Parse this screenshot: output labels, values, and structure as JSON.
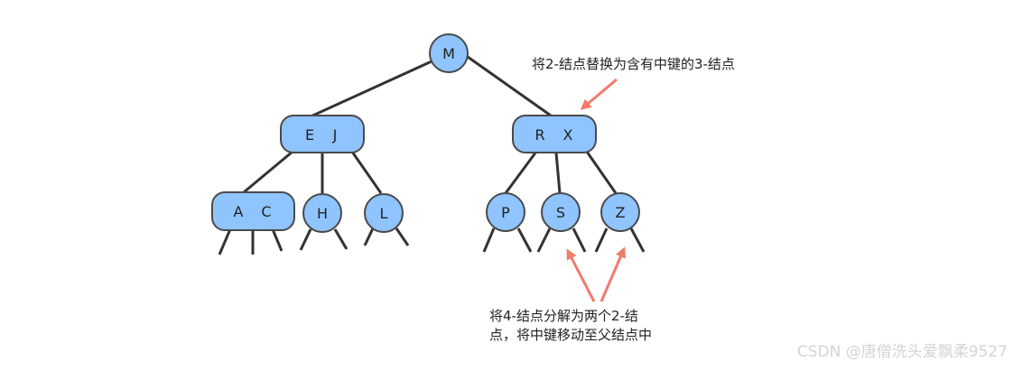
{
  "tree": {
    "nodes": {
      "M": {
        "keys": [
          "M"
        ]
      },
      "EJ": {
        "keys": [
          "E",
          "J"
        ]
      },
      "RX": {
        "keys": [
          "R",
          "X"
        ]
      },
      "AC": {
        "keys": [
          "A",
          "C"
        ]
      },
      "H": {
        "keys": [
          "H"
        ]
      },
      "L": {
        "keys": [
          "L"
        ]
      },
      "P": {
        "keys": [
          "P"
        ]
      },
      "S": {
        "keys": [
          "S"
        ]
      },
      "Z": {
        "keys": [
          "Z"
        ]
      }
    }
  },
  "annotations": {
    "top": "将2-结点替换为含有中键的3-结点",
    "bottom_line1": "将4-结点分解为两个2-结",
    "bottom_line2": "点，将中键移动至父结点中"
  },
  "watermark": "CSDN @唐僧洗头爱飘柔9527",
  "colors": {
    "node_fill": "#8fc4ff",
    "node_stroke": "#4a4a4a",
    "edge": "#333333",
    "arrow": "#f07c6a"
  }
}
